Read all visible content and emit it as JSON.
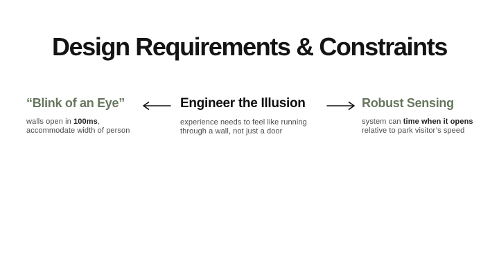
{
  "slide": {
    "title": "Design Requirements & Constraints"
  },
  "columns": [
    {
      "id": "blink-of-an-eye",
      "heading": "“Blink of an Eye”",
      "heading_color": "#66775e",
      "body": [
        {
          "text": "walls open in "
        },
        {
          "text": "100ms",
          "bold": true
        },
        {
          "text": ",\naccommodate width of person"
        }
      ]
    },
    {
      "id": "engineer-the-illusion",
      "heading": "Engineer the Illusion",
      "heading_color": "#101010",
      "body": [
        {
          "text": "experience needs to feel like running\nthrough a wall, not just a door"
        }
      ]
    },
    {
      "id": "robust-sensing",
      "heading": "Robust Sensing",
      "heading_color": "#66775e",
      "body": [
        {
          "text": "system can "
        },
        {
          "text": "time when it opens",
          "bold": true
        },
        {
          "text": "\nrelative to park visitor’s speed"
        }
      ]
    }
  ],
  "arrows": [
    {
      "direction": "left",
      "from": "engineer-the-illusion",
      "to": "blink-of-an-eye"
    },
    {
      "direction": "right",
      "from": "engineer-the-illusion",
      "to": "robust-sensing"
    }
  ],
  "colors": {
    "background": "#ffffff",
    "title_text": "#141414",
    "accent_green": "#66775e",
    "body_text": "#4a4a4a",
    "arrow": "#111111"
  }
}
